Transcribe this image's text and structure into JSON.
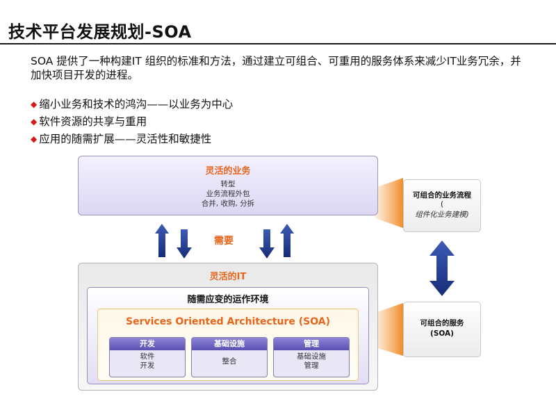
{
  "title": "技术平台发展规划-SOA",
  "intro": "SOA 提供了一种构建IT 组织的标准和方法，通过建立可组合、可重用的服务体系来减少IT业务冗余，并加快项目开发的进程。",
  "bullets": [
    "缩小业务和技术的鸿沟——以业务为中心",
    "软件资源的共享与重用",
    "应用的随需扩展——灵活性和敏捷性"
  ],
  "diagram": {
    "business": {
      "title": "灵活的业务",
      "lines": [
        "转型",
        "业务流程外包",
        "合并, 收购, 分拆"
      ]
    },
    "need_label": "需要",
    "it": {
      "title": "灵活的IT",
      "env_title": "随需应变的运作环境",
      "soa_title": "Services Oriented Architecture (SOA)",
      "columns": [
        {
          "head": "开发",
          "body": [
            "软件",
            "开发"
          ]
        },
        {
          "head": "基础设施",
          "body": [
            "整合"
          ]
        },
        {
          "head": "管理",
          "body": [
            "基础设施",
            "管理"
          ]
        }
      ]
    },
    "right_top": {
      "title": "可组合的业务流程",
      "paren": "(",
      "italic": "组件化业务建模)"
    },
    "right_bottom": {
      "title": "可组合的服务",
      "subtitle": "(SOA)"
    },
    "colors": {
      "accent_orange": "#e8641b",
      "arrow_blue": "#1f3a8a",
      "bullet_red": "#d81818"
    }
  }
}
